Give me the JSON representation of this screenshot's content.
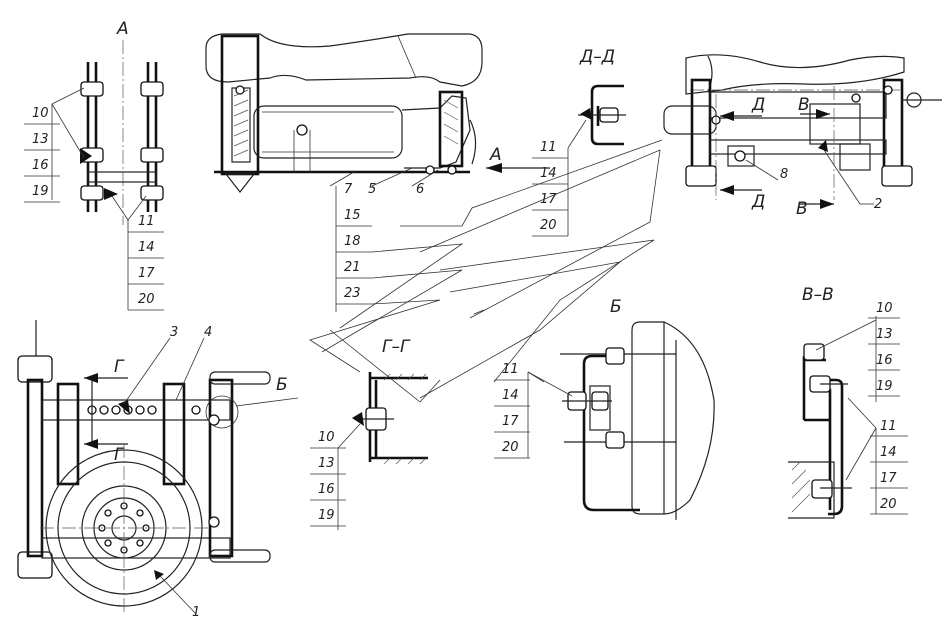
{
  "views": {
    "view_a": "A",
    "view_dd": "Д–Д",
    "view_gg": "Г–Г",
    "view_b": "Б",
    "view_vv": "В–В",
    "arrow_a": "A",
    "sec_d1": "Д",
    "sec_d2": "Д",
    "sec_v1": "В",
    "sec_v2": "В",
    "sec_g1": "Г",
    "sec_g2": "Г",
    "call_b": "Б"
  },
  "callouts": {
    "a_top": [
      "10",
      "13",
      "16",
      "19"
    ],
    "a_bottom": [
      "11",
      "14",
      "17",
      "20"
    ],
    "dd": [
      "11",
      "14",
      "17",
      "20"
    ],
    "center": [
      "15",
      "18",
      "21",
      "23"
    ],
    "gg": [
      "10",
      "13",
      "16",
      "19"
    ],
    "b": [
      "11",
      "14",
      "17",
      "20"
    ],
    "vv_top": [
      "10",
      "13",
      "16",
      "19"
    ],
    "vv_bottom": [
      "11",
      "14",
      "17",
      "20"
    ]
  },
  "positions": {
    "p1": "1",
    "p2": "2",
    "p3": "3",
    "p4": "4",
    "p5": "5",
    "p6": "6",
    "p7": "7",
    "p8": "8"
  }
}
